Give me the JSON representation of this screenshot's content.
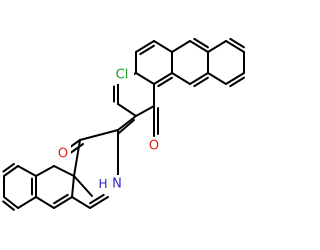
{
  "atom_labels": {
    "chlorine": "Cl",
    "oxygen_upper": "O",
    "oxygen_lower": "O",
    "nitrogen": "N",
    "nitrogen_h": "H"
  },
  "colors": {
    "bond": "#000000",
    "chlorine": "#1f9e1f",
    "oxygen": "#e0201a",
    "nitrogen": "#2a24c8",
    "background": "#ffffff"
  }
}
